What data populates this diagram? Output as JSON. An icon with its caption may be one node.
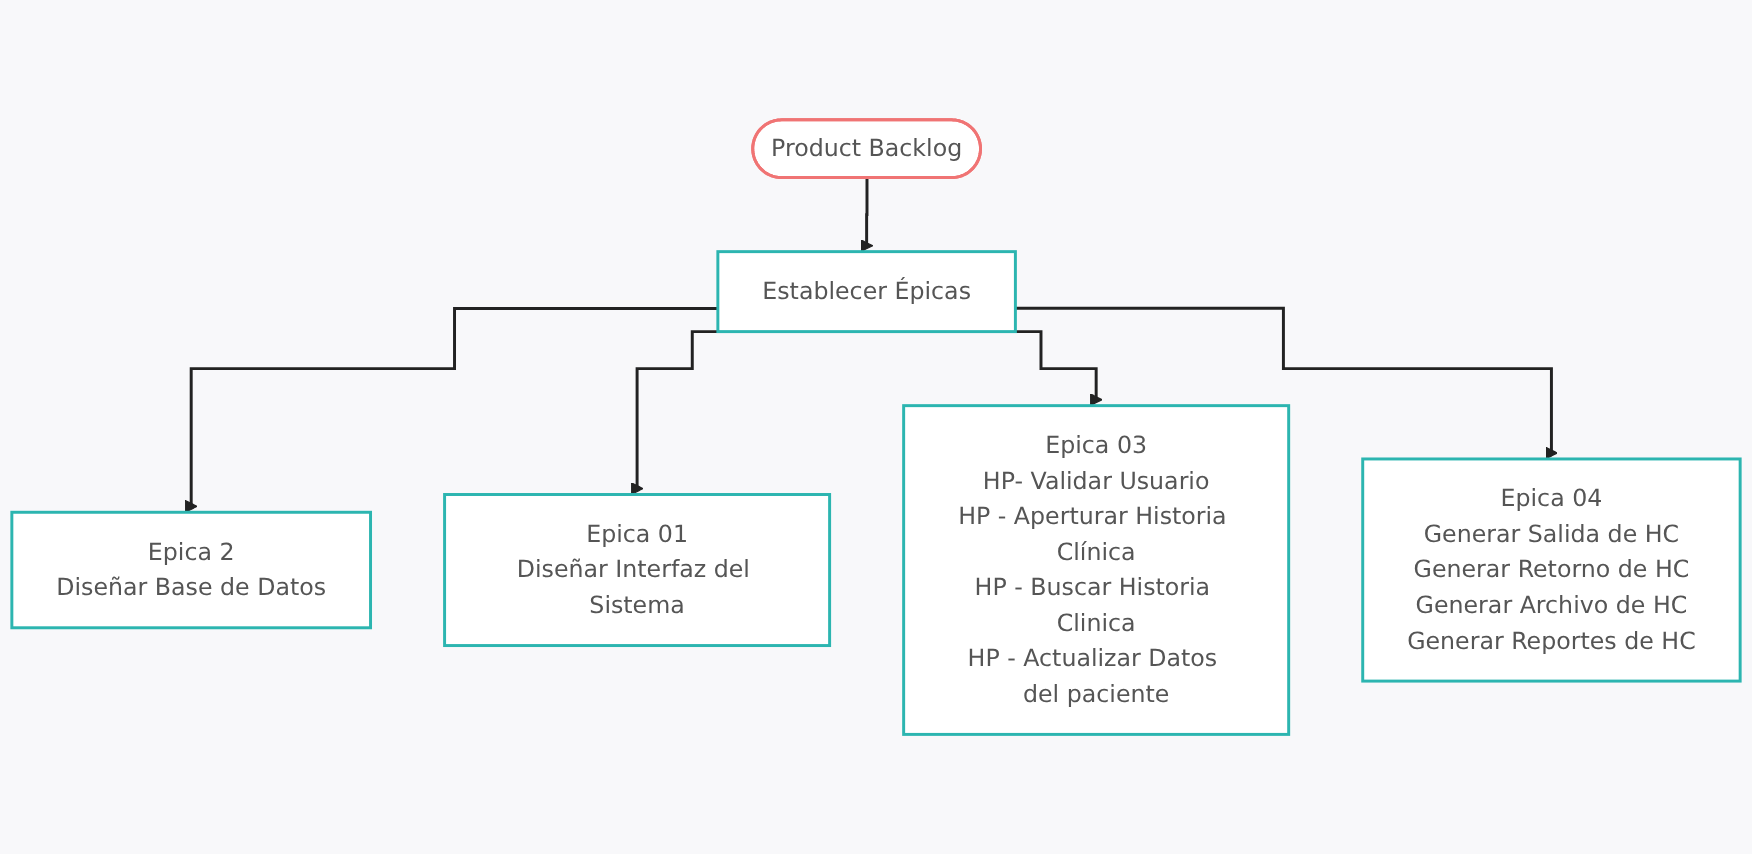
{
  "diagram": {
    "nodes": [
      {
        "text": [
          "Product Backlog"
        ]
      },
      {
        "text": [
          "Establecer Épicas"
        ]
      },
      {
        "text": [
          "Epica 2",
          "Diseñar Base de Datos"
        ]
      },
      {
        "text": [
          "Epica 01",
          "Diseñar Interfaz del Sistema"
        ]
      },
      {
        "text": [
          "Epica 03",
          "HP- Validar Usuario",
          "HP - Aperturar Historia Clínica",
          "HP - Buscar Historia Clinica",
          "HP - Actualizar Datos del paciente"
        ]
      },
      {
        "text": [
          "Epica 04",
          "Generar Salida de HC",
          "Generar Retorno de HC",
          "Generar Archivo de HC",
          "Generar Reportes de HC"
        ]
      }
    ],
    "edges": [
      {
        "from": 0,
        "to": 1,
        "arrow": "to"
      },
      {
        "from": 1,
        "to": 2,
        "arrow": "to"
      },
      {
        "from": 1,
        "to": 3,
        "arrow": "to"
      },
      {
        "from": 1,
        "to": 4,
        "arrow": "to"
      },
      {
        "from": 1,
        "to": 5,
        "arrow": "to"
      }
    ]
  }
}
